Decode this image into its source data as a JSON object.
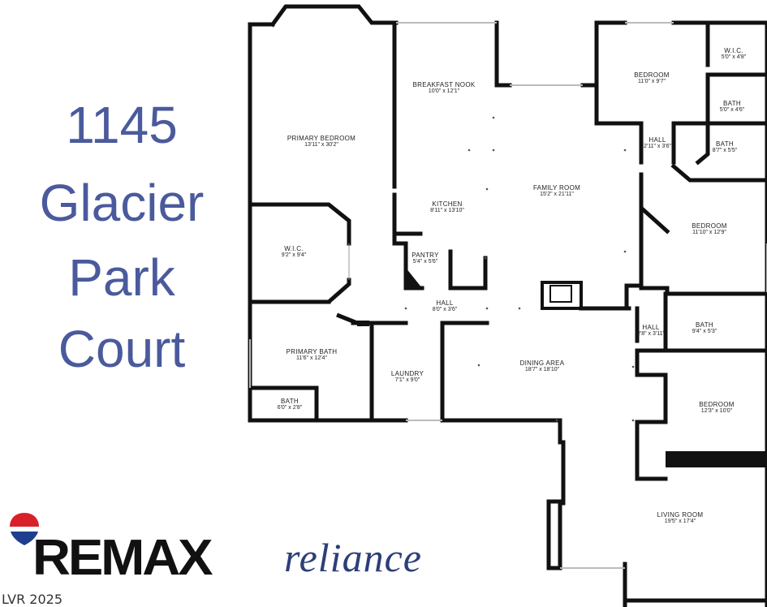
{
  "address": {
    "line1": "1145",
    "line2": "Glacier",
    "line3": "Park",
    "line4": "Court"
  },
  "rooms": [
    {
      "id": "primary-bedroom",
      "name": "PRIMARY BEDROOM",
      "dims": "13'11\" x 30'2\""
    },
    {
      "id": "breakfast-nook",
      "name": "BREAKFAST NOOK",
      "dims": "10'0\" x 12'1\""
    },
    {
      "id": "kitchen",
      "name": "KITCHEN",
      "dims": "8'11\" x 13'10\""
    },
    {
      "id": "family-room",
      "name": "FAMILY ROOM",
      "dims": "15'2\" x 21'11\""
    },
    {
      "id": "pantry",
      "name": "PANTRY",
      "dims": "5'4\" x 5'6\""
    },
    {
      "id": "wic-primary",
      "name": "W.I.C.",
      "dims": "9'2\" x 9'4\""
    },
    {
      "id": "hall-center",
      "name": "HALL",
      "dims": "8'0\" x 3'6\""
    },
    {
      "id": "primary-bath",
      "name": "PRIMARY BATH",
      "dims": "11'6\" x 12'4\""
    },
    {
      "id": "laundry",
      "name": "LAUNDRY",
      "dims": "7'1\" x 9'0\""
    },
    {
      "id": "bath-small",
      "name": "BATH",
      "dims": "6'0\" x 2'8\""
    },
    {
      "id": "dining-area",
      "name": "DINING AREA",
      "dims": "18'7\" x 18'10\""
    },
    {
      "id": "bedroom-top",
      "name": "BEDROOM",
      "dims": "11'0\" x 9'7\""
    },
    {
      "id": "wic-top",
      "name": "W.I.C.",
      "dims": "5'0\" x 4'8\""
    },
    {
      "id": "bath-top",
      "name": "BATH",
      "dims": "5'0\" x 4'6\""
    },
    {
      "id": "hall-top",
      "name": "HALL",
      "dims": "2'11\" x 3'6\""
    },
    {
      "id": "bath-mid",
      "name": "BATH",
      "dims": "8'7\" x 5'5\""
    },
    {
      "id": "bedroom-mid",
      "name": "BEDROOM",
      "dims": "11'10\" x 12'9\""
    },
    {
      "id": "hall-lower",
      "name": "HALL",
      "dims": "2'8\" x 3'11\""
    },
    {
      "id": "bath-lower",
      "name": "BATH",
      "dims": "9'4\" x 5'3\""
    },
    {
      "id": "bedroom-lower",
      "name": "BEDROOM",
      "dims": "12'3\" x 10'0\""
    },
    {
      "id": "living-room",
      "name": "LIVING ROOM",
      "dims": "19'5\" x 17'4\""
    }
  ],
  "brand": {
    "remax": "REMAX",
    "reliance": "reliance"
  },
  "footer": {
    "mls": "LVR 2025"
  },
  "colors": {
    "address_text": "#4a5a9c",
    "wall": "#111111",
    "reliance_text": "#2c3f78",
    "balloon_red": "#d8202a",
    "balloon_blue": "#1e3f8f"
  }
}
